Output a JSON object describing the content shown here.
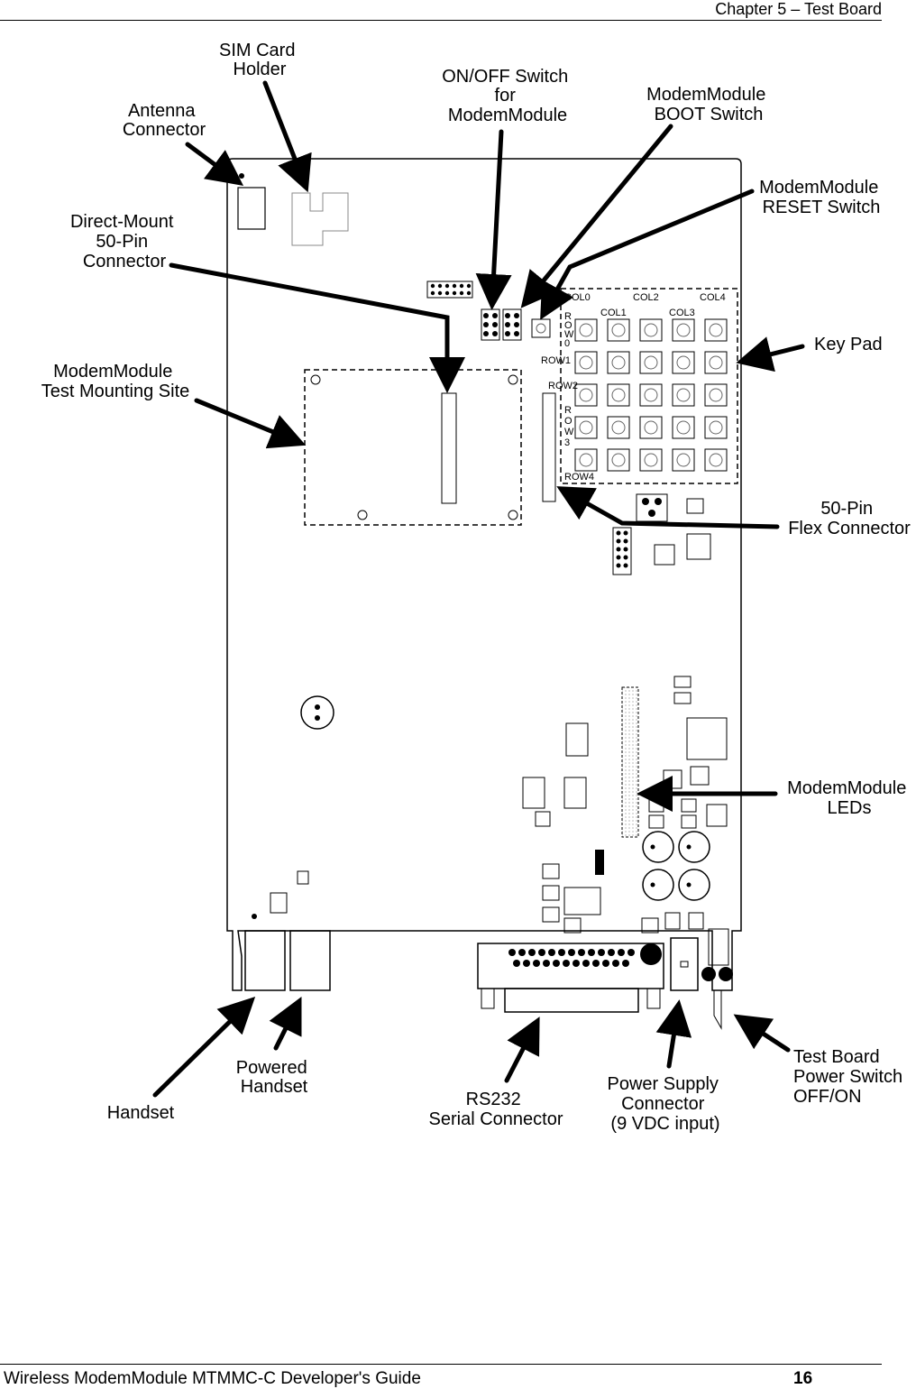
{
  "header": {
    "chapter": "Chapter 5 – Test Board"
  },
  "footer": {
    "guide_title": "Wireless ModemModule MTMMC-C Developer's Guide",
    "page_number": "16"
  },
  "callouts": {
    "sim_card": [
      "SIM Card",
      "Holder"
    ],
    "antenna": [
      "Antenna",
      "Connector"
    ],
    "on_off": [
      "ON/OFF Switch",
      "for",
      "ModemModule"
    ],
    "boot": [
      "ModemModule",
      "BOOT Switch"
    ],
    "reset": [
      "ModemModule",
      "RESET Switch"
    ],
    "direct_mount": [
      "Direct-Mount",
      "50-Pin",
      "Connector"
    ],
    "test_site": [
      "ModemModule",
      "Test Mounting Site"
    ],
    "key_pad": [
      "Key Pad"
    ],
    "flex": [
      "50-Pin",
      "Flex Connector"
    ],
    "leds": [
      "ModemModule",
      "LEDs"
    ],
    "power_switch": [
      "Test Board",
      "Power Switch",
      "OFF/ON"
    ],
    "power_supply": [
      "Power Supply",
      "Connector",
      "(9 VDC input)"
    ],
    "rs232": [
      "RS232",
      "Serial Connector"
    ],
    "powered_handset": [
      "Powered",
      "Handset"
    ],
    "handset": [
      "Handset"
    ]
  },
  "keypad": {
    "columns": [
      "COL0",
      "COL1",
      "COL2",
      "COL3",
      "COL4"
    ],
    "rows": [
      "ROW1",
      "ROW2",
      "ROW4"
    ],
    "row_vertical": [
      [
        "R",
        "O",
        "W",
        "0"
      ],
      [
        "R",
        "O",
        "W",
        "3"
      ]
    ]
  }
}
